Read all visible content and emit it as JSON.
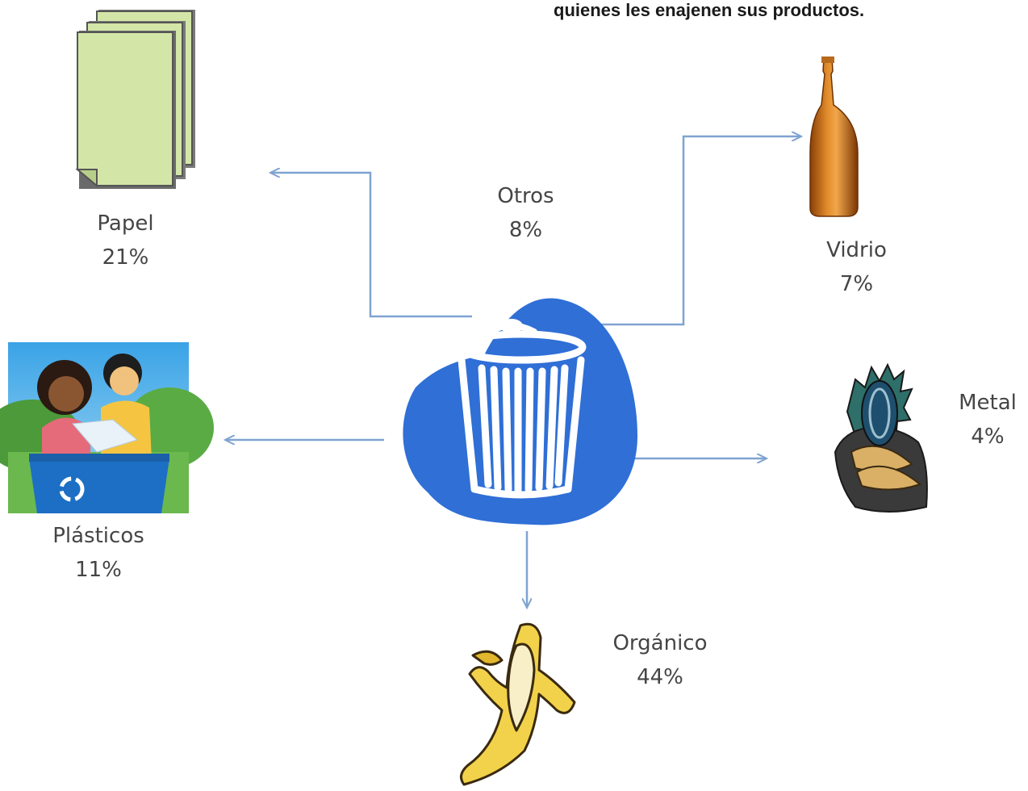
{
  "header": {
    "text": "quienes les enajenen sus productos."
  },
  "center": {
    "icon": "trash-can-icon"
  },
  "categories": [
    {
      "id": "papel",
      "name": "Papel",
      "percent": "21%",
      "icon": "paper-stack-icon"
    },
    {
      "id": "otros",
      "name": "Otros",
      "percent": "8%",
      "icon": ""
    },
    {
      "id": "vidrio",
      "name": "Vidrio",
      "percent": "7%",
      "icon": "bottle-icon"
    },
    {
      "id": "plasticos",
      "name": "Plásticos",
      "percent": "11%",
      "icon": "recycling-bin-icon"
    },
    {
      "id": "metal",
      "name": "Metal",
      "percent": "4%",
      "icon": "sardine-can-icon"
    },
    {
      "id": "organico",
      "name": "Orgánico",
      "percent": "44%",
      "icon": "banana-icon"
    }
  ],
  "colors": {
    "blob": "#2f6fd6",
    "arrow": "#7fa3d1",
    "paper": "#d3e6a8",
    "bottle": "#c46a12",
    "banana": "#f2d24a"
  }
}
